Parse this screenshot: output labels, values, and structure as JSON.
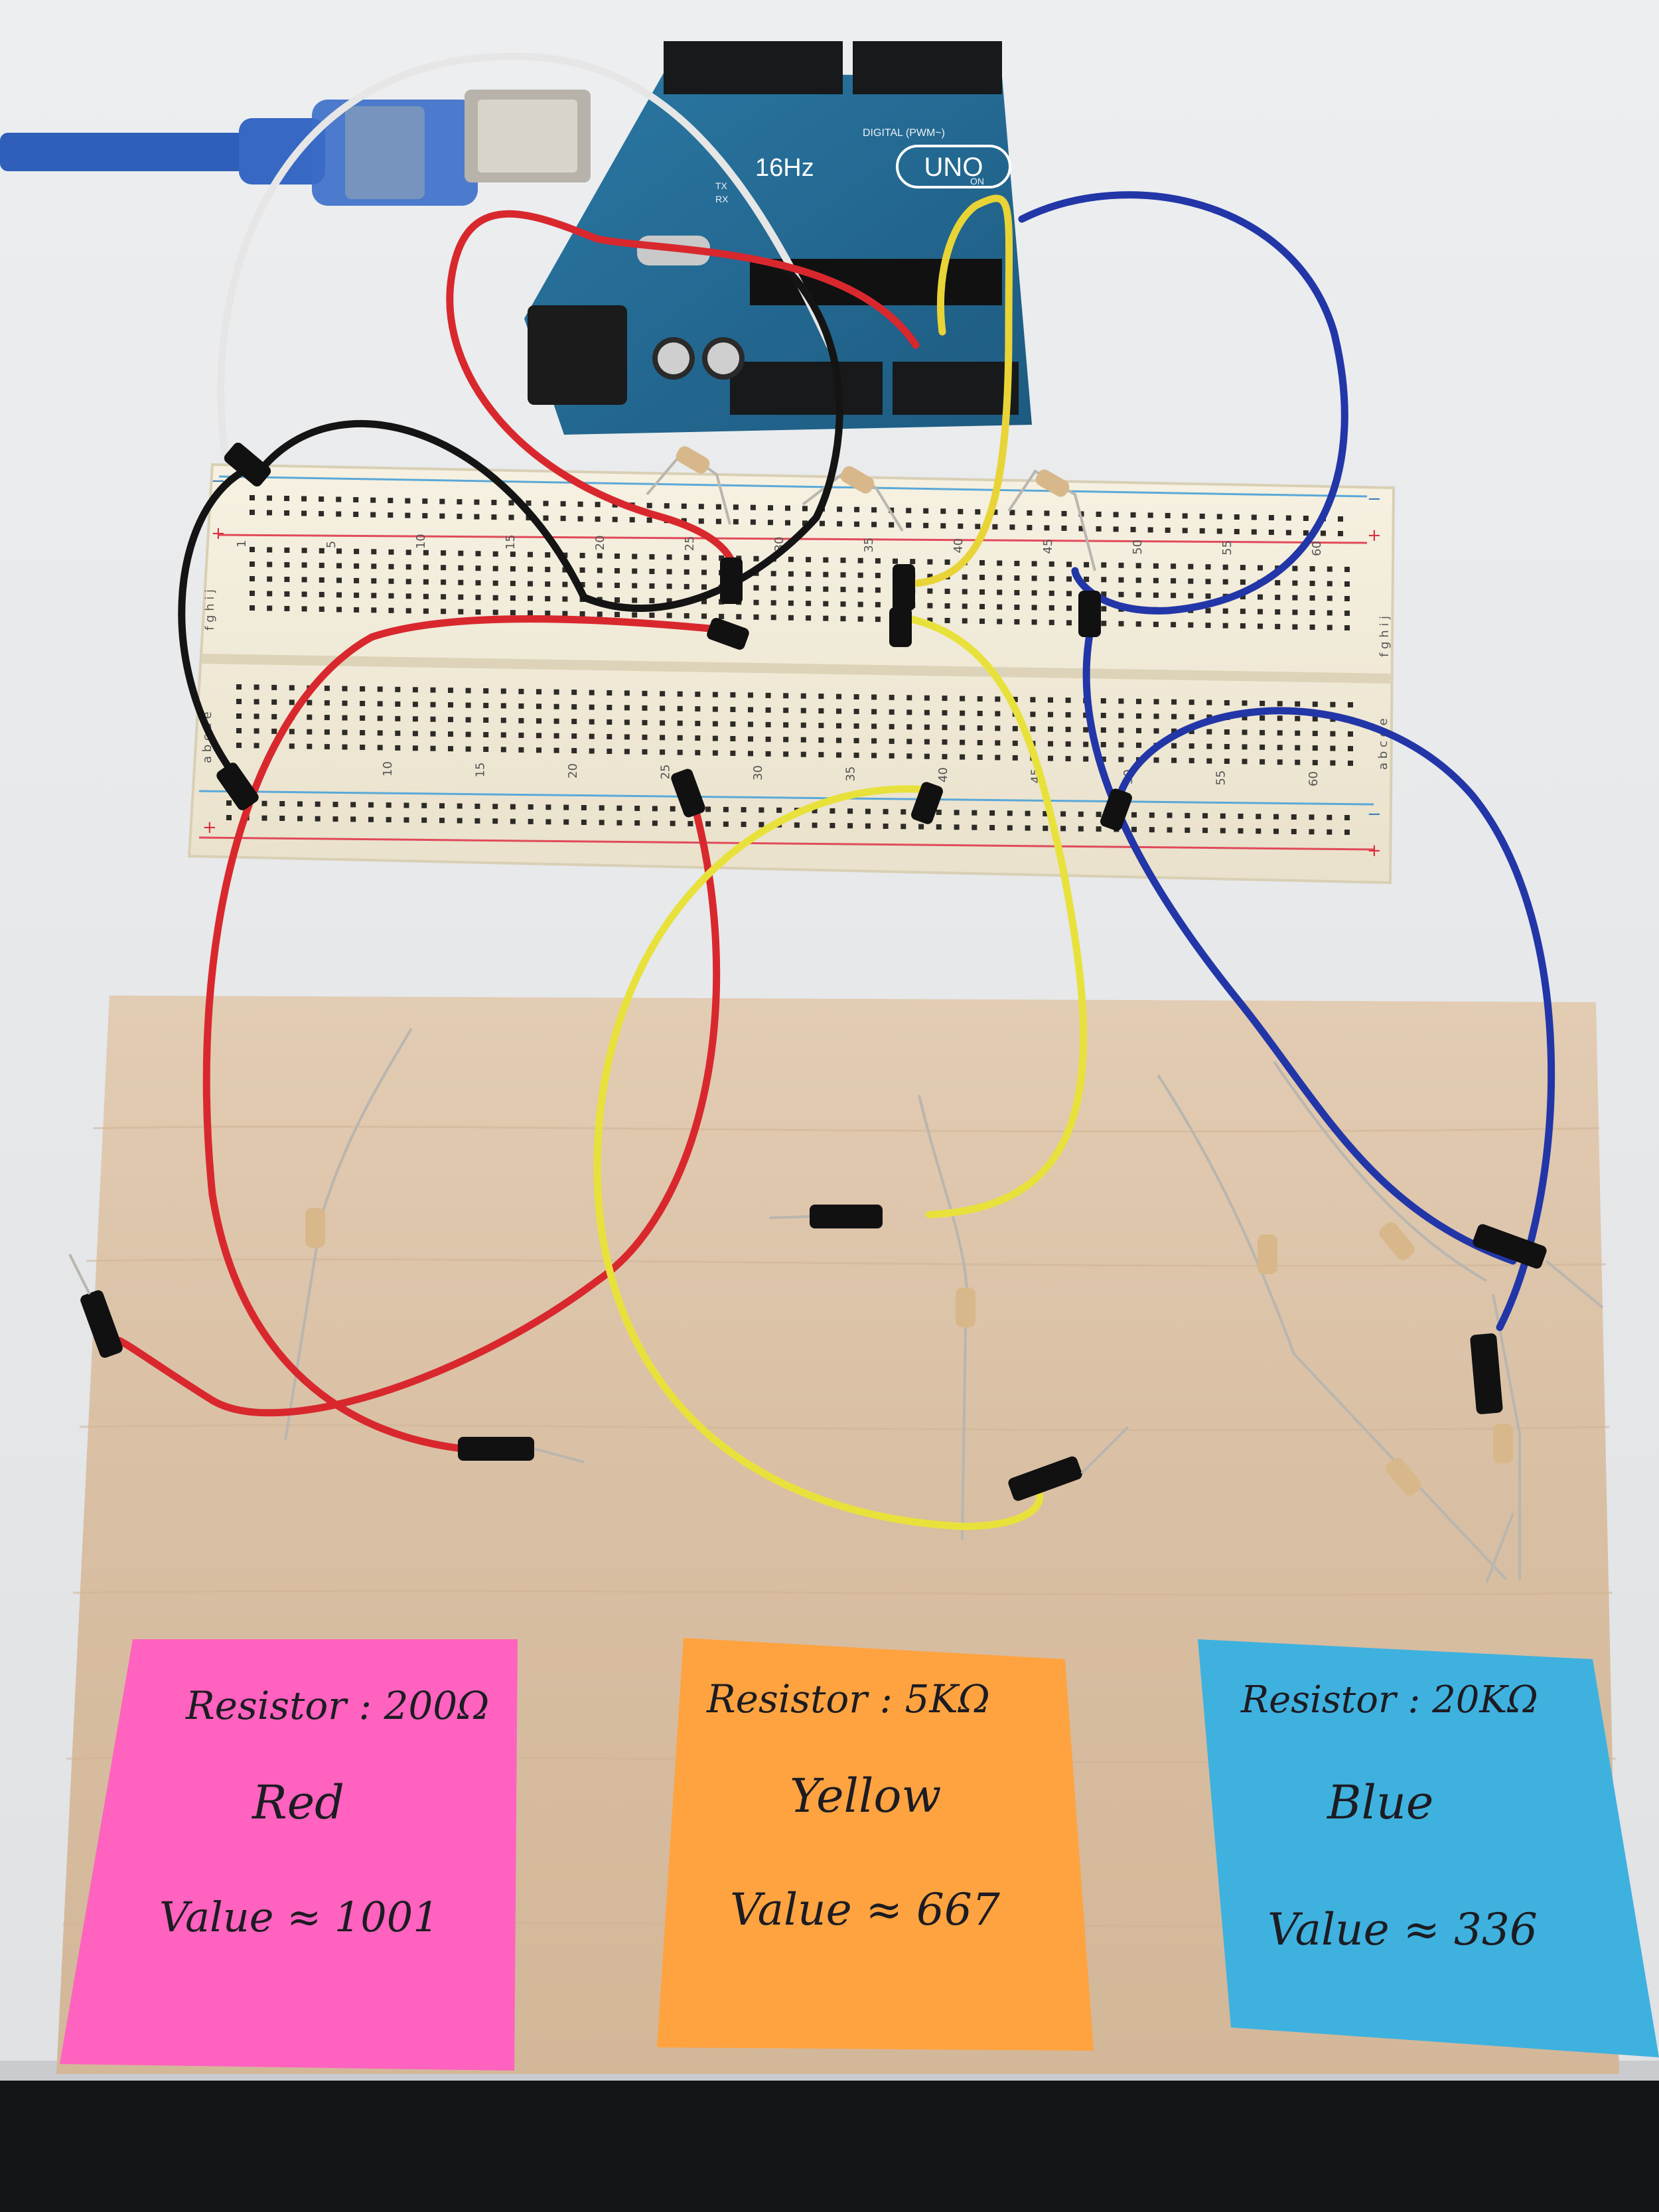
{
  "arduino": {
    "brand_label": "16Hz",
    "model_label": "UNO",
    "digital_label": "DIGITAL (PWM~)",
    "on_label": "ON",
    "rx_label": "RX",
    "tx_label": "TX"
  },
  "breadboard": {
    "top_column_numbers": [
      "1",
      "5",
      "10",
      "15",
      "20",
      "25",
      "30",
      "35",
      "40",
      "45",
      "50",
      "55",
      "60"
    ],
    "bottom_column_numbers": [
      "10",
      "15",
      "20",
      "25",
      "30",
      "35",
      "40",
      "45",
      "50",
      "55",
      "60"
    ],
    "row_letters_top": "f g h i j",
    "row_letters_bottom": "a b c d e",
    "rail_plus": "+",
    "rail_minus": "−"
  },
  "notes": [
    {
      "resistor": "Resistor : 200Ω",
      "color": "Red",
      "value": "Value ≈ 1001",
      "note_color": "#ff62bf"
    },
    {
      "resistor": "Resistor : 5KΩ",
      "color": "Yellow",
      "value": "Value ≈ 667",
      "note_color": "#ffa340"
    },
    {
      "resistor": "Resistor : 20KΩ",
      "color": "Blue",
      "value": "Value ≈ 336",
      "note_color": "#3fb1df"
    }
  ],
  "colors": {
    "desk": "#ecedef",
    "wood": "#dcc3a8",
    "breadboard": "#f3eddc",
    "arduino_pcb": "#256a93",
    "wire_red": "#d8282e",
    "wire_yellow": "#e8e13c",
    "wire_blue": "#2236a8",
    "wire_black": "#141414",
    "wire_white": "#e6e6e6",
    "usb_cable": "#2f5fb8"
  }
}
